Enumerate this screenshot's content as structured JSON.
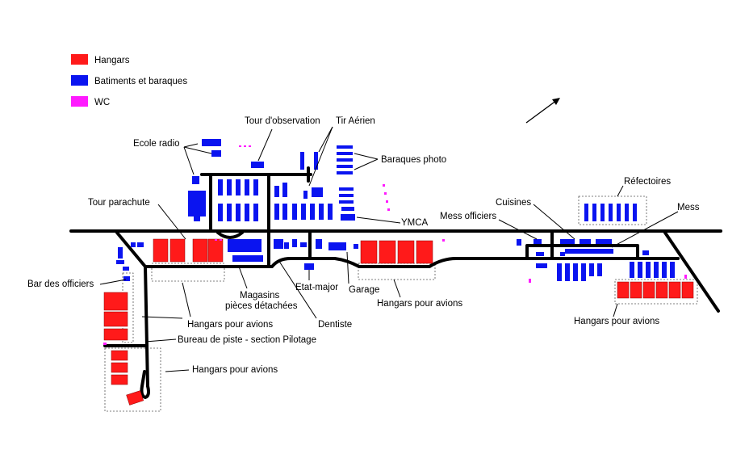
{
  "colors": {
    "hangar": "#ff1a1a",
    "building": "#0a14f0",
    "wc": "#ff1aff",
    "road": "#000000"
  },
  "legend": {
    "hangars": "Hangars",
    "buildings": "Batiments et baraques",
    "wc": "WC"
  },
  "labels": {
    "tour_observation": "Tour d'observation",
    "tir_aerien": "Tir Aérien",
    "ecole_radio": "Ecole radio",
    "baraques_photo": "Baraques photo",
    "tour_parachute": "Tour parachute",
    "ymca": "YMCA",
    "refectoires": "Réfectoires",
    "cuisines": "Cuisines",
    "mess": "Mess",
    "mess_officiers": "Mess officiers",
    "bar_officiers": "Bar des officiers",
    "magasins_1": "Magasins",
    "magasins_2": "pièces détachées",
    "etat_major": "Etat-major",
    "garage": "Garage",
    "dentiste": "Dentiste",
    "hangars_avions_1": "Hangars pour avions",
    "hangars_avions_2": "Hangars pour avions",
    "hangars_avions_3": "Hangars pour avions",
    "hangars_avions_4": "Hangars pour avions",
    "bureau_piste": "Bureau de piste - section Pilotage"
  },
  "north_arrow_icon": "north-arrow-icon"
}
